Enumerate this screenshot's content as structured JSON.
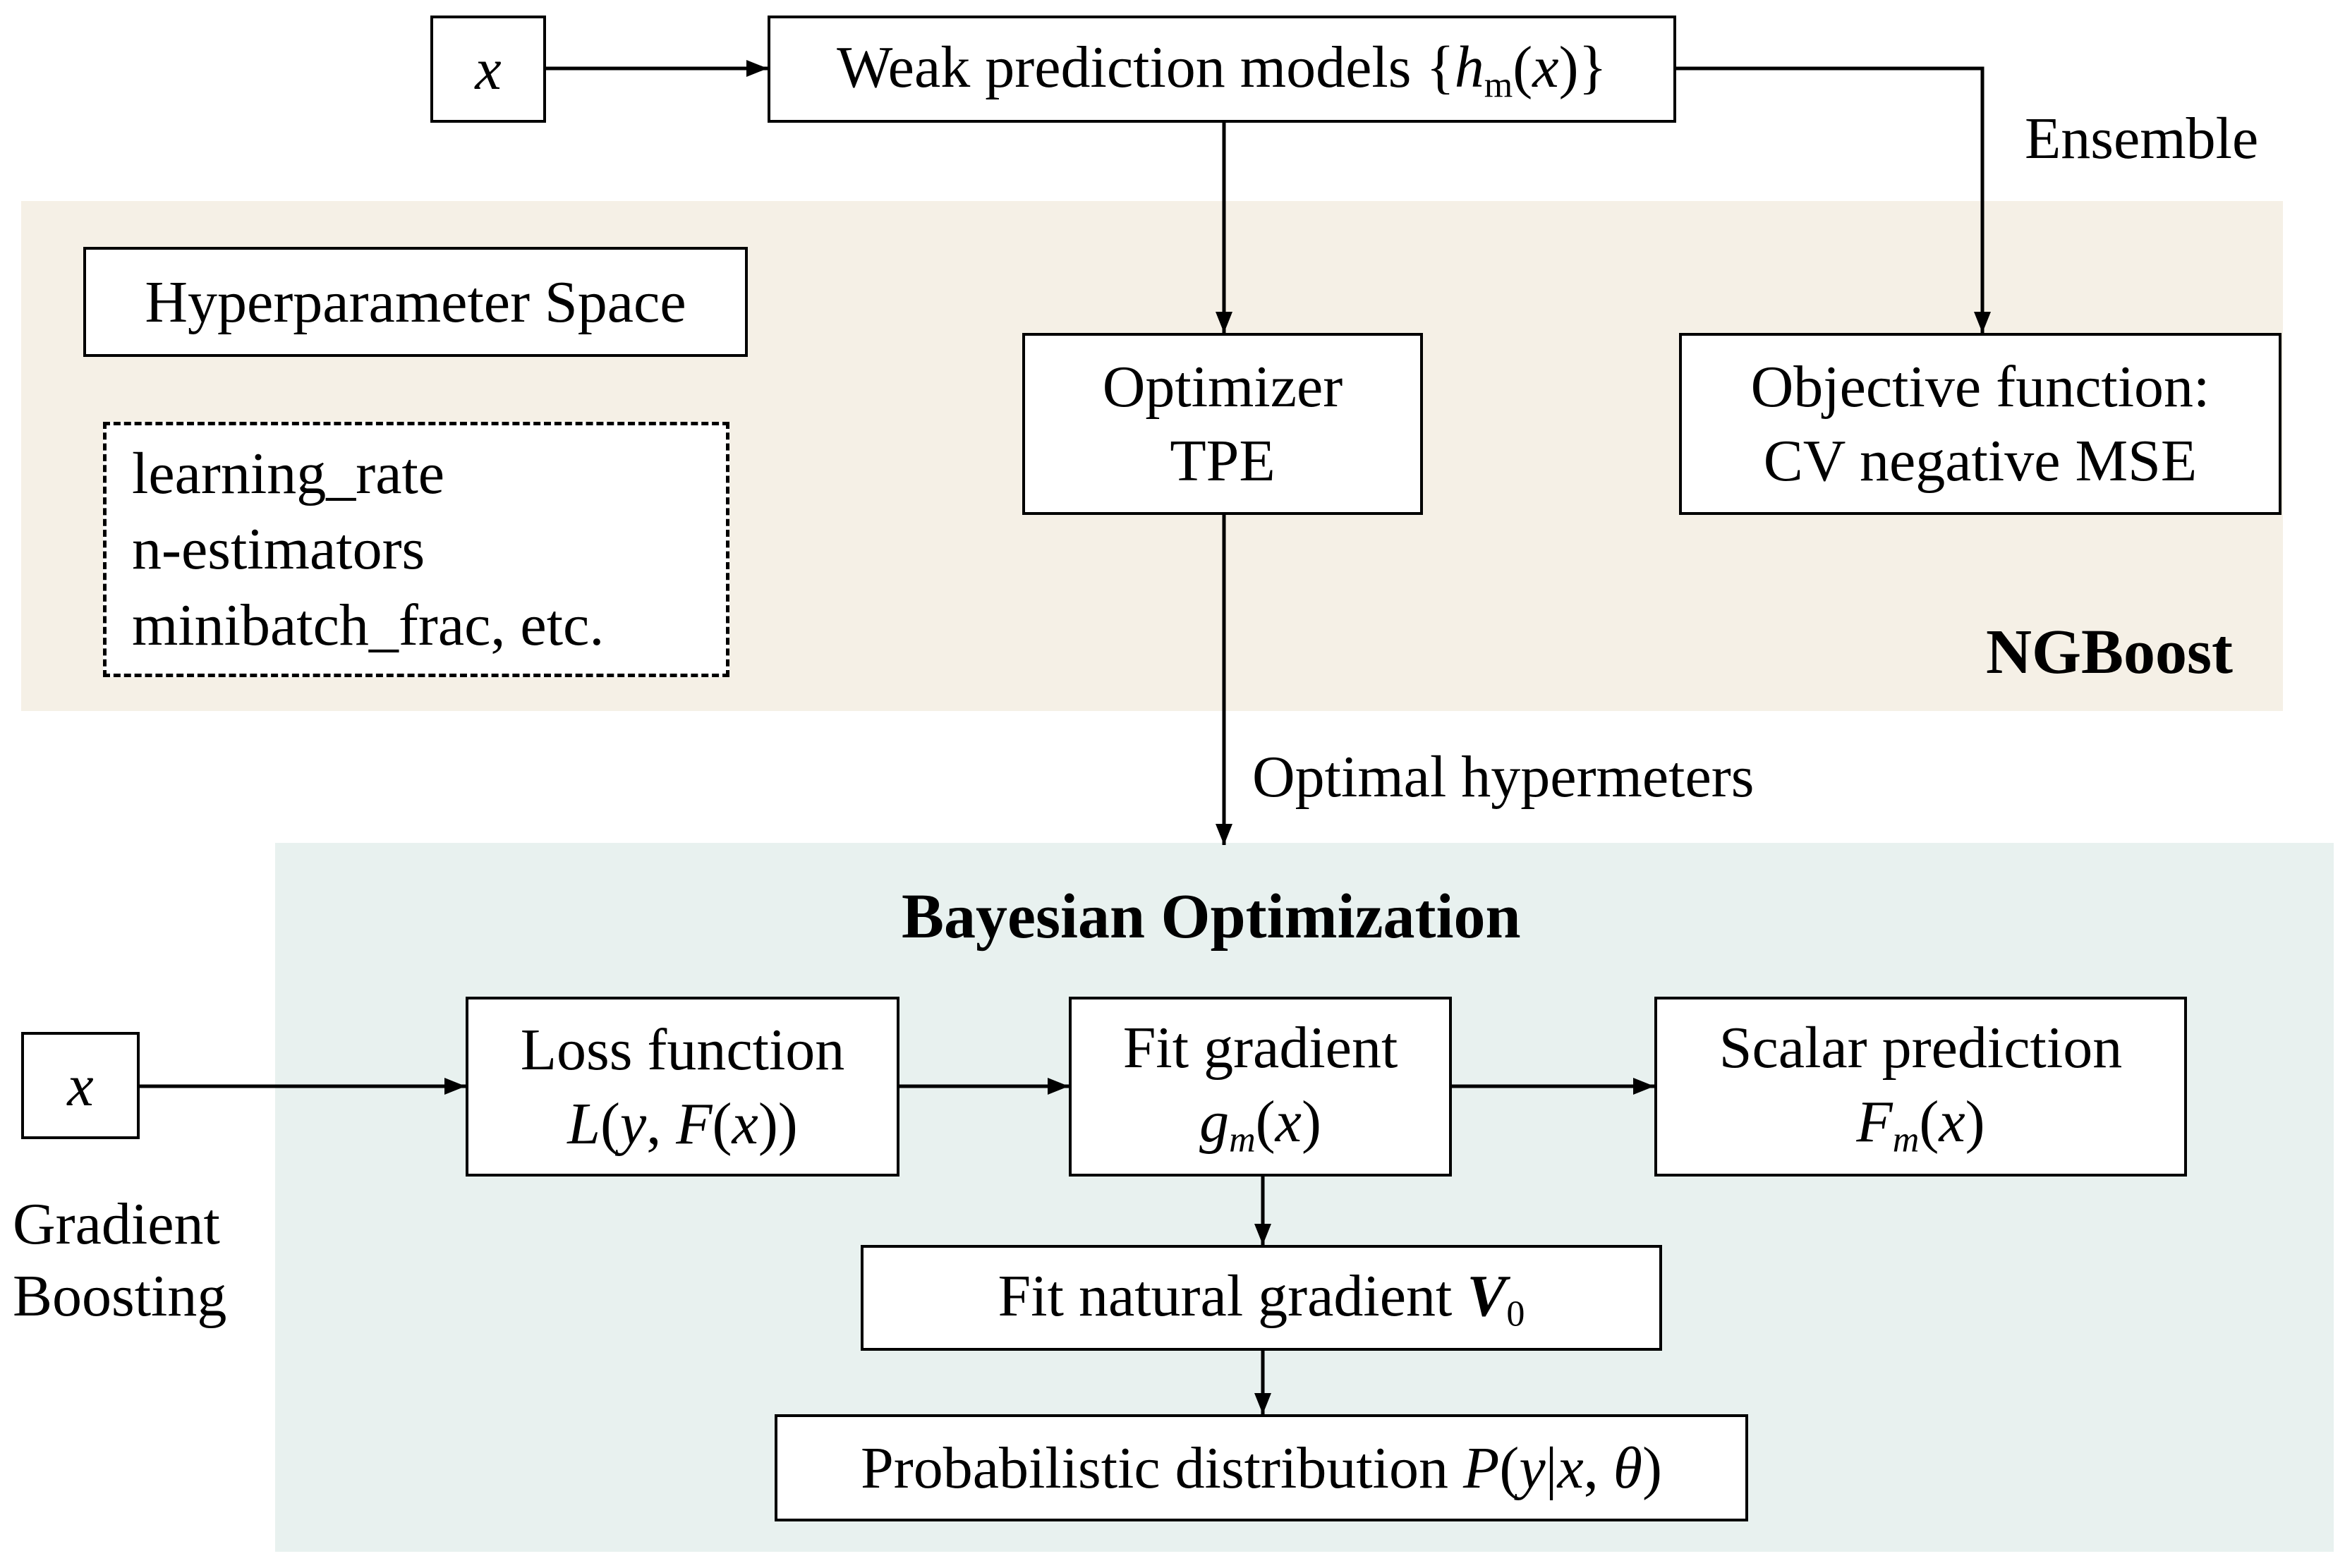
{
  "colors": {
    "ngboost_bg": "#f5f0e6",
    "bayes_bg": "#e8f1ef",
    "stroke": "#000000"
  },
  "top": {
    "input_x": "x",
    "weak_models": {
      "text": "Weak prediction models {",
      "h": "h",
      "sub": "m",
      "open": "(",
      "x": "x",
      "close": ")}"
    },
    "ensemble_label": "Ensemble"
  },
  "ngboost": {
    "title": "NGBoost",
    "hyperparameter_space": "Hyperparameter Space",
    "params": [
      "learning_rate",
      "n-estimators",
      "minibatch_frac, etc."
    ],
    "optimizer": {
      "line1": "Optimizer",
      "line2": "TPE"
    },
    "objective": {
      "line1": "Objective function:",
      "line2": "CV negative MSE"
    }
  },
  "optimal_label": "Optimal hypermeters",
  "bayes": {
    "title": "Bayesian Optimization",
    "input_x": "x",
    "gradient_boosting": [
      "Gradient",
      "Boosting"
    ],
    "loss": {
      "line1": "Loss function",
      "L": "L",
      "p1": "(",
      "y": "y",
      "comma": ", ",
      "F": "F",
      "p2": "(",
      "x": "x",
      "p3": "))"
    },
    "fit_gradient": {
      "line1": "Fit gradient",
      "g": "g",
      "m": "m",
      "p1": "(",
      "x": "x",
      "p2": ")"
    },
    "scalar": {
      "line1": "Scalar prediction",
      "F": "F",
      "m": "m",
      "p1": "(",
      "x": "x",
      "p2": ")"
    },
    "natural": {
      "text": "Fit natural gradient ",
      "V": "V",
      "sub": "0"
    },
    "prob": {
      "text": "Probabilistic distribution ",
      "P": "P",
      "p1": "(",
      "y": "y",
      "bar": "|",
      "x": "x",
      "comma": ", ",
      "theta": "θ",
      "p2": ")"
    }
  }
}
